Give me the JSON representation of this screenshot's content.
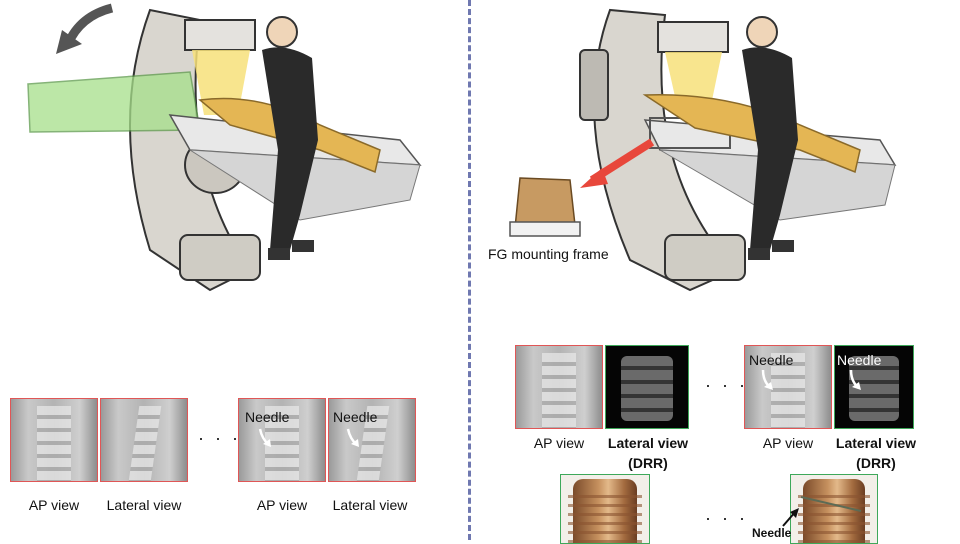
{
  "left_panel": {
    "views": [
      {
        "label": "AP view"
      },
      {
        "label": "Lateral view"
      },
      {
        "label": "AP view",
        "needle": "Needle"
      },
      {
        "label": "Lateral view",
        "needle": "Needle"
      }
    ],
    "ellipsis": "· · ·"
  },
  "right_panel": {
    "frame_label": "FG mounting frame",
    "views": [
      {
        "label": "AP view"
      },
      {
        "label": "Lateral view",
        "sublabel": "(DRR)"
      },
      {
        "label": "AP view",
        "needle": "Needle"
      },
      {
        "label": "Lateral view",
        "sublabel": "(DRR)",
        "needle": "Needle"
      }
    ],
    "ellipsis_top": "· · ·",
    "ellipsis_bottom": "· · ·",
    "ct_needle": "Needle"
  },
  "colors": {
    "divider": "#6f78b0",
    "red_border": "#e05656",
    "green_border": "#3ea85a",
    "arrow": "#e8473b",
    "cone": "#f7e07a",
    "gantry_overlay": "#a6e08a"
  }
}
